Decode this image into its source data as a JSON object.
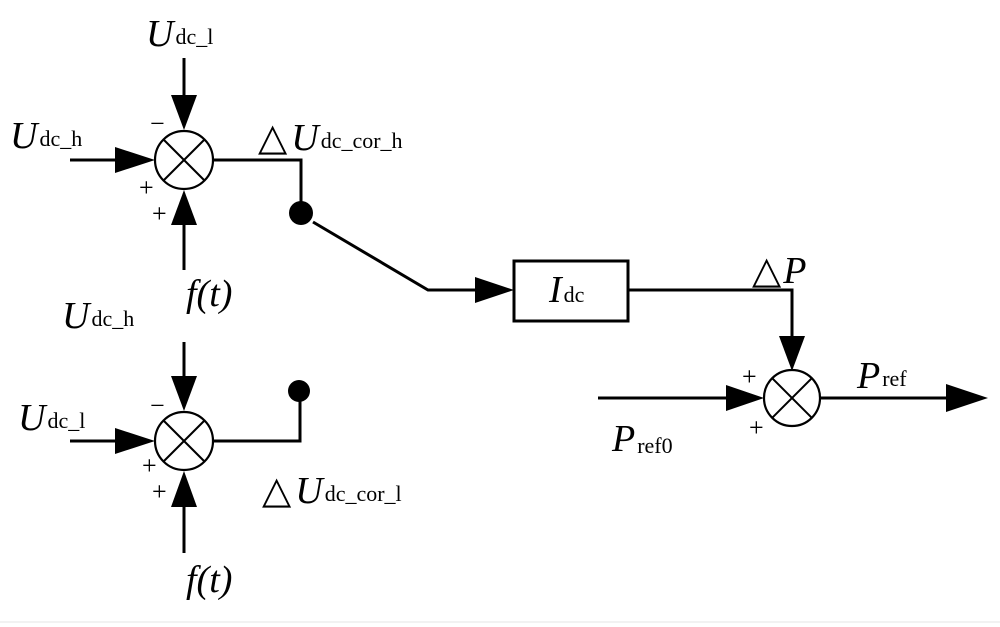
{
  "sum_top": {
    "input_top_main": "U",
    "input_top_sub": "dc_l",
    "input_left_main": "U",
    "input_left_sub": "dc_h",
    "input_bottom": "f(t)",
    "sign_top": "−",
    "sign_left": "+",
    "sign_bottom": "+",
    "output_delta": "△",
    "output_main": "U",
    "output_sub": "dc_cor_h"
  },
  "sum_bottom": {
    "input_top_main": "U",
    "input_top_sub": "dc_h",
    "input_left_main": "U",
    "input_left_sub": "dc_l",
    "input_bottom": "f(t)",
    "sign_top": "−",
    "sign_left": "+",
    "sign_bottom": "+",
    "output_delta": "△",
    "output_main": "U",
    "output_sub": "dc_cor_l"
  },
  "gain_block": {
    "main": "I",
    "sub": "dc"
  },
  "delta_p": {
    "delta": "△",
    "main": "P"
  },
  "sum_right": {
    "sign_top": "+",
    "sign_left": "+",
    "input_left_main": "P",
    "input_left_sub": "ref0",
    "output_main": "P",
    "output_sub": "ref"
  }
}
